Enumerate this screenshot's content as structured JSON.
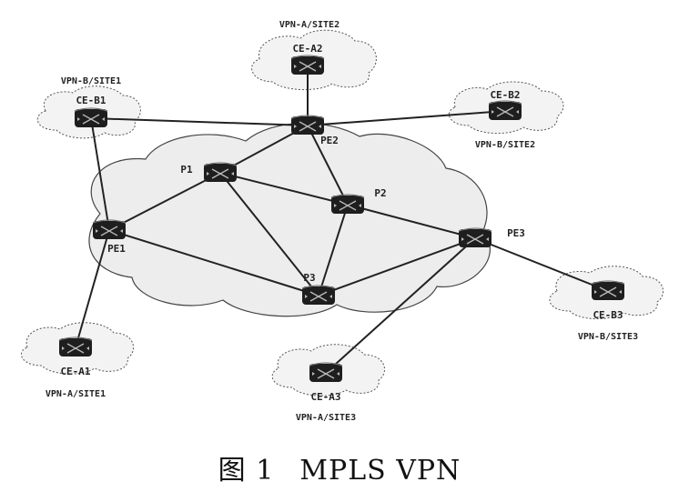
{
  "caption": {
    "figure_no": "图 1",
    "title": "MPLS VPN"
  },
  "nodes": {
    "ce_a2": {
      "label": "CE-A2",
      "site": "VPN-A/SITE2"
    },
    "ce_b1": {
      "label": "CE-B1",
      "site": "VPN-B/SITE1"
    },
    "ce_b2": {
      "label": "CE-B2",
      "site": "VPN-B/SITE2"
    },
    "pe2": {
      "label": "PE2"
    },
    "p1": {
      "label": "P1"
    },
    "p2": {
      "label": "P2"
    },
    "pe1": {
      "label": "PE1"
    },
    "pe3": {
      "label": "PE3"
    },
    "p3": {
      "label": "P3"
    },
    "ce_b3": {
      "label": "CE-B3",
      "site": "VPN-B/SITE3"
    },
    "ce_a1": {
      "label": "CE-A1",
      "site": "VPN-A/SITE1"
    },
    "ce_a3": {
      "label": "CE-A3",
      "site": "VPN-A/SITE3"
    }
  },
  "links": [
    [
      "ce_a2",
      "pe2"
    ],
    [
      "ce_b1",
      "pe2"
    ],
    [
      "ce_b2",
      "pe2"
    ],
    [
      "ce_b1",
      "pe1"
    ],
    [
      "ce_a1",
      "pe1"
    ],
    [
      "pe2",
      "p1"
    ],
    [
      "pe2",
      "p2"
    ],
    [
      "p1",
      "pe1"
    ],
    [
      "p1",
      "p2"
    ],
    [
      "p1",
      "p3"
    ],
    [
      "pe1",
      "p3"
    ],
    [
      "p2",
      "p3"
    ],
    [
      "p2",
      "pe3"
    ],
    [
      "p3",
      "pe3"
    ],
    [
      "pe3",
      "ce_b3"
    ],
    [
      "pe3",
      "ce_a3"
    ]
  ],
  "colors": {
    "line": "#222222",
    "router": "#1a1a1a",
    "cloud_stroke": "#444444"
  }
}
